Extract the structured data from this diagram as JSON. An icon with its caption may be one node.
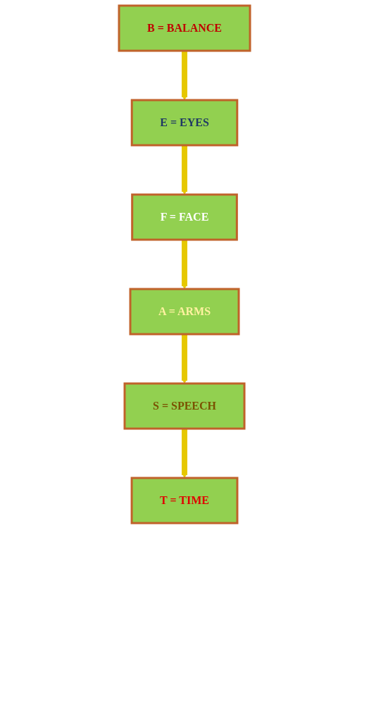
{
  "diagram": {
    "nodes": [
      {
        "text": [
          "B = BALANCE"
        ]
      },
      {
        "text": [
          "E = EYES"
        ]
      },
      {
        "text": [
          "F = FACE"
        ]
      },
      {
        "text": [
          "A = ARMS"
        ]
      },
      {
        "text": [
          "S = SPEECH"
        ]
      },
      {
        "text": [
          "T = TIME"
        ]
      }
    ],
    "edges": [
      {
        "from": 0,
        "to": 1,
        "arrow": "to"
      },
      {
        "from": 1,
        "to": 2,
        "arrow": "to"
      },
      {
        "from": 2,
        "to": 3,
        "arrow": "to"
      },
      {
        "from": 3,
        "to": 4,
        "arrow": "to"
      },
      {
        "from": 4,
        "to": 5,
        "arrow": "to"
      }
    ]
  }
}
